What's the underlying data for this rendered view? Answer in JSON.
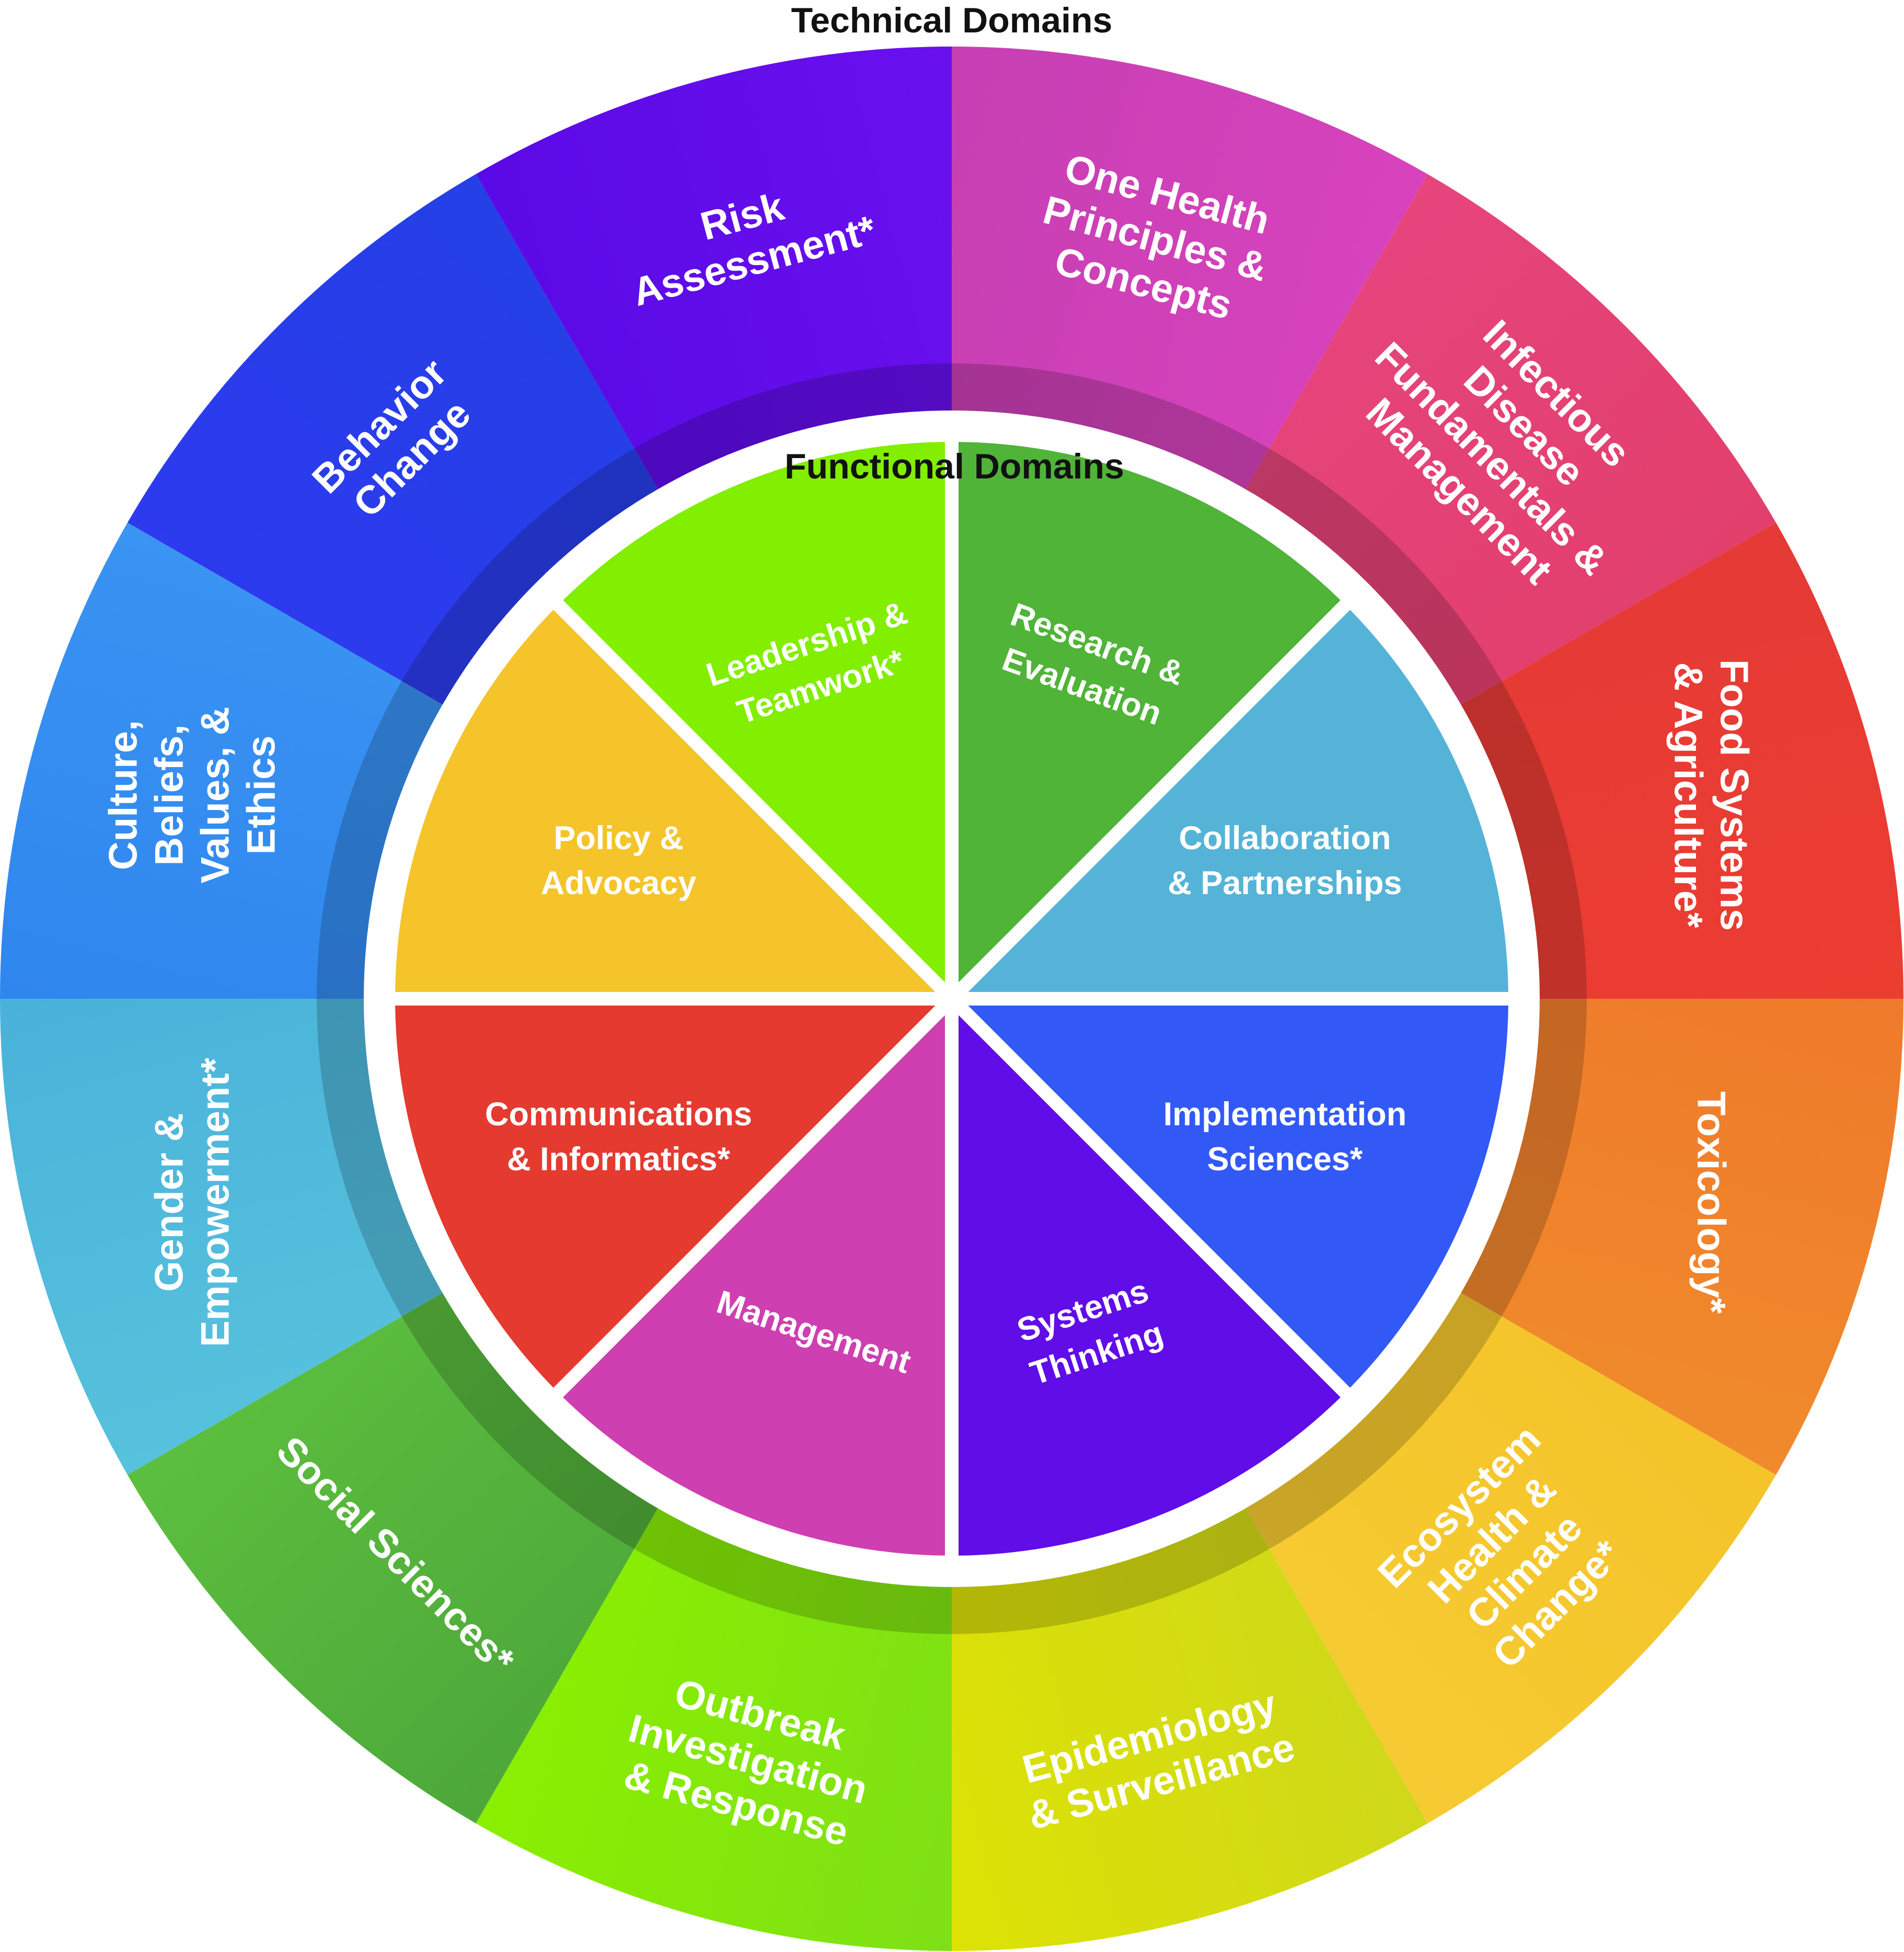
{
  "technical_title": "Technical Domains",
  "functional_title": "Functional Domains",
  "technical_domains": [
    {
      "lines": [
        "One Health",
        "Principles &",
        "Concepts"
      ],
      "color_a": "#c63fb3",
      "color_b": "#d843bd"
    },
    {
      "lines": [
        "Infectious",
        "Disease",
        "Fundamentals &",
        "Management"
      ],
      "color_a": "#e6457d",
      "color_b": "#e23f6c"
    },
    {
      "lines": [
        "Food Systems",
        "& Agriculture*"
      ],
      "color_a": "#e53a36",
      "color_b": "#ec3d31"
    },
    {
      "lines": [
        "Toxicology*"
      ],
      "color_a": "#ef7a2b",
      "color_b": "#f08a2c"
    },
    {
      "lines": [
        "Ecosystem",
        "Health &",
        "Climate",
        "Change*"
      ],
      "color_a": "#f4c42a",
      "color_b": "#f6cb32"
    },
    {
      "lines": [
        "Epidemiology",
        "& Surveillance"
      ],
      "color_a": "#cfd81a",
      "color_b": "#dde204"
    },
    {
      "lines": [
        "Outbreak",
        "Investigation",
        "& Response"
      ],
      "color_a": "#7ee016",
      "color_b": "#8aef00"
    },
    {
      "lines": [
        "Social Sciences*"
      ],
      "color_a": "#4da83a",
      "color_b": "#5cbf3e"
    },
    {
      "lines": [
        "Gender &",
        "Empowerment*"
      ],
      "color_a": "#57c2dd",
      "color_b": "#4ab2da"
    },
    {
      "lines": [
        "Culture,",
        "Beliefs,",
        "Values, &",
        "Ethics"
      ],
      "color_a": "#2f86ee",
      "color_b": "#3a94f2"
    },
    {
      "lines": [
        "Behavior",
        "Change"
      ],
      "color_a": "#2d3aee",
      "color_b": "#2440e6"
    },
    {
      "lines": [
        "Risk",
        "Assessment*"
      ],
      "color_a": "#5a0ae6",
      "color_b": "#6a10ee"
    }
  ],
  "functional_domains": [
    {
      "lines": [
        "Research &",
        "Evaluation"
      ],
      "color": "#4fb438"
    },
    {
      "lines": [
        "Collaboration",
        "& Partnerships"
      ],
      "color": "#55b3d8"
    },
    {
      "lines": [
        "Implementation",
        "Sciences*"
      ],
      "color": "#3259f5"
    },
    {
      "lines": [
        "Systems",
        "Thinking"
      ],
      "color": "#610de8"
    },
    {
      "lines": [
        "Management"
      ],
      "color": "#ce3fb1"
    },
    {
      "lines": [
        "Communications",
        "& Informatics*"
      ],
      "color": "#e53a30"
    },
    {
      "lines": [
        "Policy &",
        "Advocacy"
      ],
      "color": "#f4c42a"
    },
    {
      "lines": [
        "Leadership &",
        "Teamwork*"
      ],
      "color": "#82ee00"
    }
  ]
}
